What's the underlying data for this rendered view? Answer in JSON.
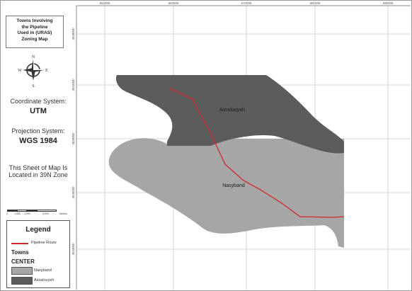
{
  "title": {
    "line1": "Towns Involving",
    "line2": "the Pipeline",
    "line3": "Used in (URAS)",
    "line4": "Zoning Map"
  },
  "compass": {
    "n": "N",
    "s": "S",
    "e": "E",
    "w": "W"
  },
  "coordinate_label": "Coordinate System:",
  "coordinate_value": "UTM",
  "projection_label": "Projection System:",
  "projection_value": "WGS 1984",
  "zone_line1": "This Sheet of Map Is",
  "zone_line2": "Located in 39N Zone",
  "scale_labels": [
    "0",
    "1,500",
    "3,000",
    "6,000",
    "Meters"
  ],
  "legend": {
    "title": "Legend",
    "route_label": "Pipeline Route",
    "towns_label": "Towns",
    "center_label": "CENTER",
    "items": [
      {
        "label": "Nasyband",
        "color": "#a6a6a6"
      },
      {
        "label": "Assalouyeh",
        "color": "#5c5c5c"
      }
    ]
  },
  "map": {
    "top_ticks": [
      "654000",
      "663000",
      "672000",
      "681000",
      "690000"
    ],
    "left_ticks": [
      "3045000",
      "3042000",
      "3039000",
      "3036000",
      "3033000"
    ],
    "place_labels": {
      "assalouyeh": "Assalouyeh",
      "nasyband": "Nasyband"
    },
    "colors": {
      "assalouyeh": "#5c5c5c",
      "nasyband": "#a6a6a6",
      "route": "#d4262c",
      "grid": "#c8c8c8"
    }
  }
}
